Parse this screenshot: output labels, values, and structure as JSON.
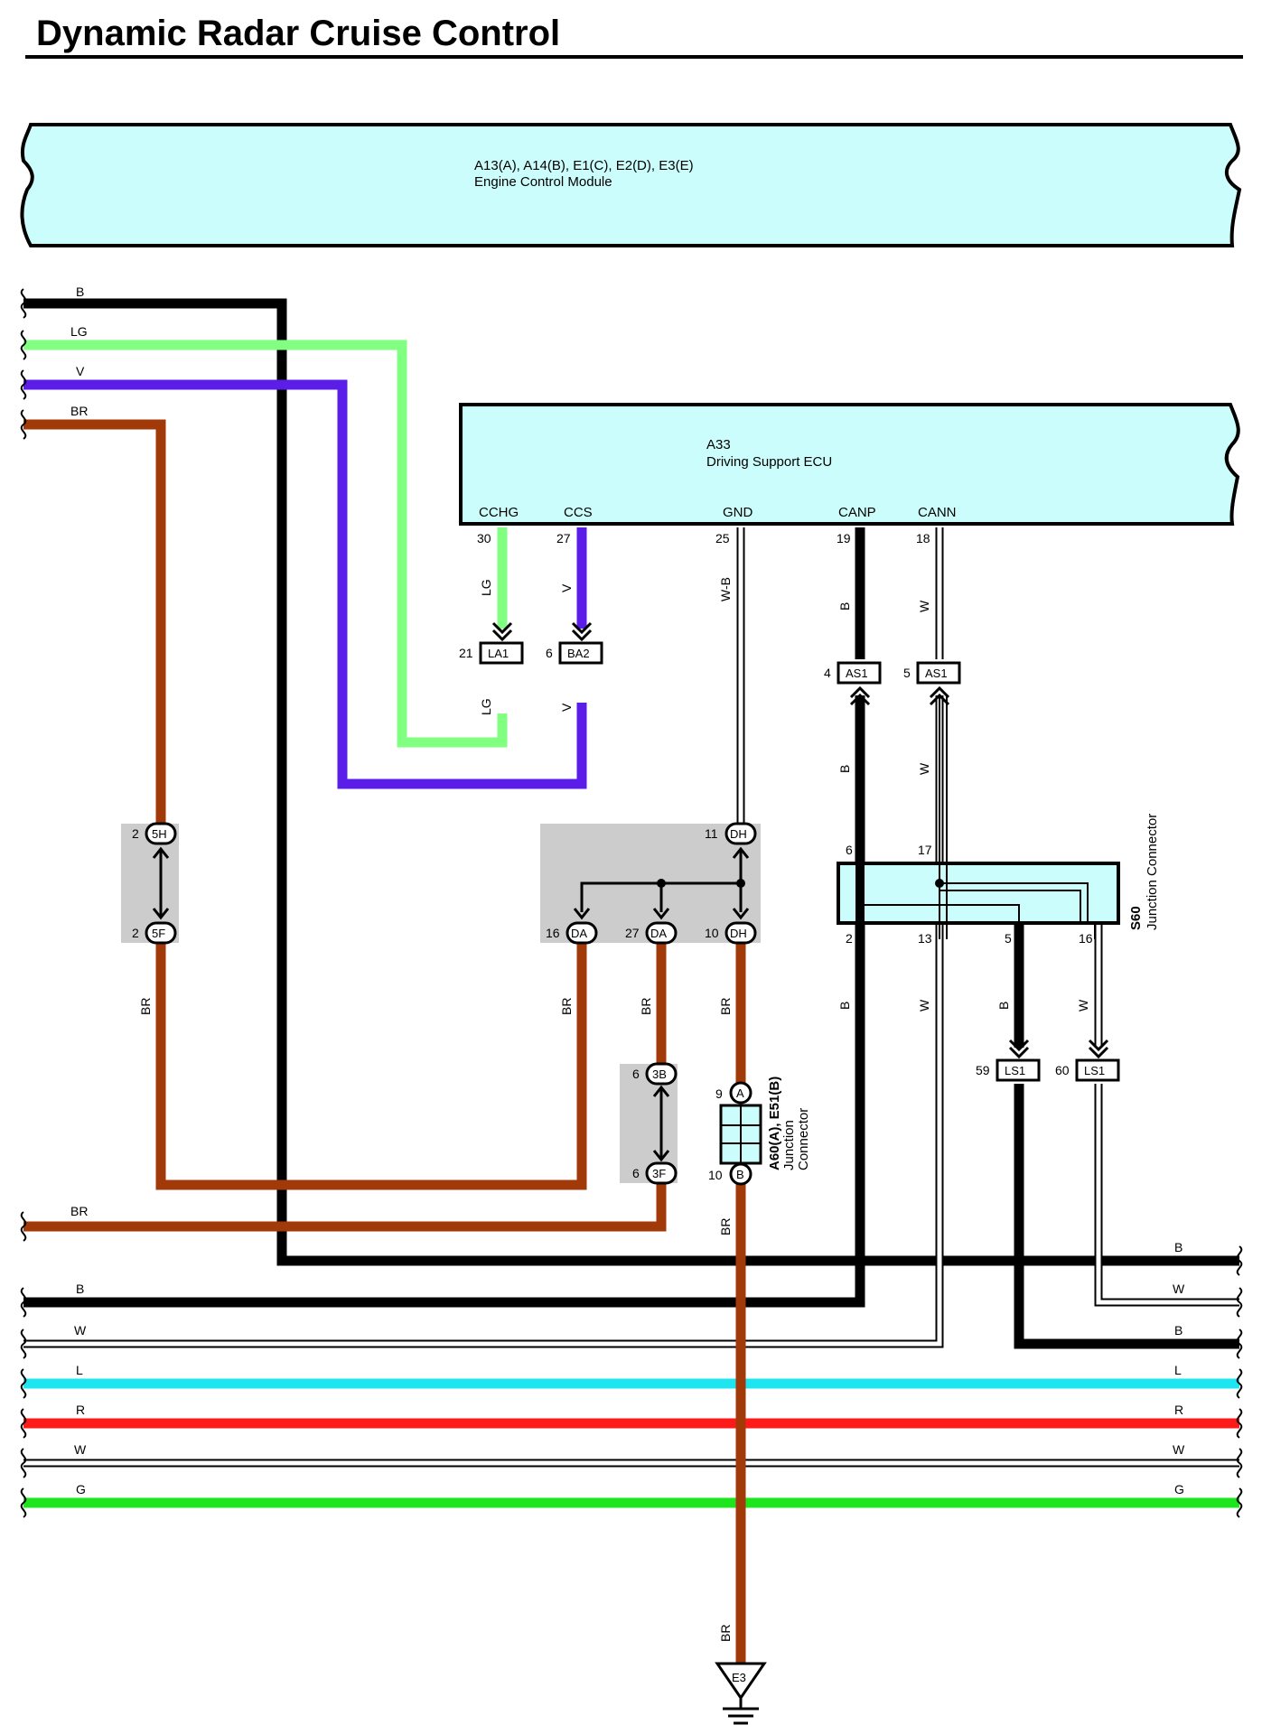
{
  "title": "Dynamic Radar Cruise Control",
  "components": {
    "ecm": {
      "code": "A13(A), A14(B), E1(C), E2(D), E3(E)",
      "name": "Engine Control Module"
    },
    "dsecu": {
      "code": "A33",
      "name": "Driving Support ECU",
      "pins": [
        {
          "name": "CCHG",
          "num": "30"
        },
        {
          "name": "CCS",
          "num": "27"
        },
        {
          "name": "GND",
          "num": "25"
        },
        {
          "name": "CANP",
          "num": "19"
        },
        {
          "name": "CANN",
          "num": "18"
        }
      ]
    },
    "s60": {
      "code": "S60",
      "name": "Junction Connector",
      "pins": [
        "6",
        "17",
        "2",
        "13",
        "5",
        "16"
      ]
    },
    "a60": {
      "code": "A60(A), E51(B)",
      "name_line1": "Junction",
      "name_line2": "Connector",
      "pin_top": "9",
      "pin_bottom": "10",
      "letter_top": "A",
      "letter_bottom": "B"
    },
    "ground": {
      "label": "E3"
    }
  },
  "connectors": {
    "la1": {
      "label": "LA1",
      "pin": "21"
    },
    "ba2": {
      "label": "BA2",
      "pin": "6"
    },
    "as1_4": {
      "label": "AS1",
      "pin": "4"
    },
    "as1_5": {
      "label": "AS1",
      "pin": "5"
    },
    "ls1_59": {
      "label": "LS1",
      "pin": "59"
    },
    "ls1_60": {
      "label": "LS1",
      "pin": "60"
    },
    "c5h": {
      "label": "5H",
      "pin": "2"
    },
    "c5f": {
      "label": "5F",
      "pin": "2"
    },
    "c3b": {
      "label": "3B",
      "pin": "6"
    },
    "c3f": {
      "label": "3F",
      "pin": "6"
    },
    "dh11": {
      "label": "DH",
      "pin": "11"
    },
    "da16": {
      "label": "DA",
      "pin": "16"
    },
    "da27": {
      "label": "DA",
      "pin": "27"
    },
    "dh10": {
      "label": "DH",
      "pin": "10"
    }
  },
  "wire_labels": {
    "top_b": "B",
    "top_lg": "LG",
    "top_v": "V",
    "top_br": "BR",
    "cchg_upper": "LG",
    "cchg_lower": "LG",
    "ccs_upper": "V",
    "ccs_lower": "V",
    "gnd": "W-B",
    "canp_upper": "B",
    "canp_lower": "B",
    "cann_upper": "W",
    "cann_lower": "W",
    "left_br": "BR",
    "da16_br": "BR",
    "da27_br": "BR",
    "dh10_br": "BR",
    "s60_2": "B",
    "s60_13": "W",
    "s60_5": "B",
    "s60_16": "W",
    "a60_below": "BR",
    "ground_br": "BR",
    "mid_br": "BR",
    "right_b1": "B",
    "right_w1": "W",
    "right_b2": "B",
    "bus_b": "B",
    "bus_w1": "W",
    "bus_l": "L",
    "bus_r": "R",
    "bus_w2": "W",
    "bus_g": "G",
    "bus_l_right": "L",
    "bus_r_right": "R",
    "bus_w2_right": "W",
    "bus_g_right": "G"
  },
  "colors": {
    "black": "#000000",
    "light_green": "#80ff80",
    "violet": "#5a1ee8",
    "brown": "#a13a08",
    "light_blue": "#1ee6f0",
    "red": "#ff1a1a",
    "green": "#1ee61e",
    "component_fill": "#ccfdfd",
    "grey_box": "#cccccc"
  }
}
